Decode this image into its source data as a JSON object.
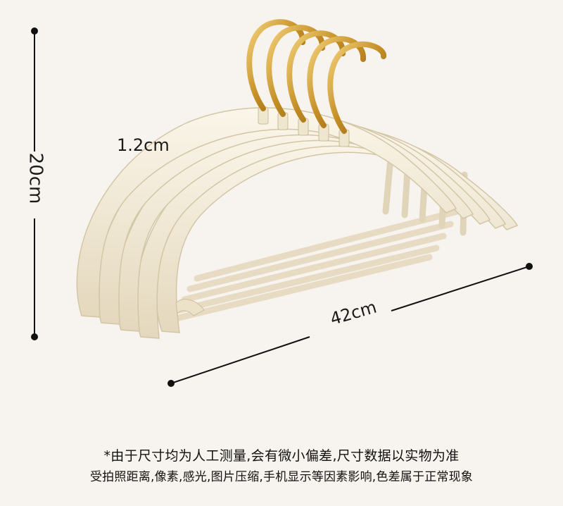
{
  "dimensions": {
    "height": "20cm",
    "thickness": "1.2cm",
    "width": "42cm"
  },
  "notes": {
    "line1": "*由于尺寸均为人工测量,会有微小偏差,尺寸数据以实物为准",
    "line2": "受拍照距离,像素,感光,图片压缩,手机显示等因素影响,色差属于正常现象"
  },
  "colors": {
    "background": "#f7f3ee",
    "hanger_body": "#efe7d3",
    "hanger_shadow": "#d8ccb0",
    "hook_gold": "#c9962e",
    "dimension_line": "#111111"
  }
}
